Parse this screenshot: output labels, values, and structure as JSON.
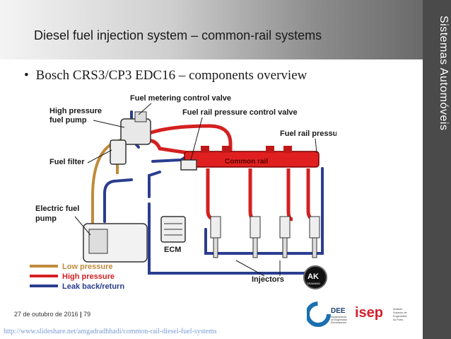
{
  "slide": {
    "title": "Diesel fuel injection system – common-rail systems",
    "sidebar_title": "Sistemas Automóveis",
    "bullet_symbol": "•",
    "bullet": "Bosch CRS3/CP3 EDC16 – components overview",
    "footer_date": "27 de outubro de 2016",
    "footer_separator": "|",
    "footer_page": "79",
    "source_url": "http://www.slideshare.net/amgadradhhadi/common-rail-diesel-fuel-systems"
  },
  "diagram": {
    "labels": {
      "fuel_metering": "Fuel metering control valve",
      "high_pressure_pump_1": "High pressure",
      "high_pressure_pump_2": "fuel pump",
      "rail_pressure_valve": "Fuel rail pressure control valve",
      "rail_pressure_sensor": "Fuel rail pressure sensor",
      "fuel_filter": "Fuel filter",
      "common_rail": "Common rail",
      "electric_pump_1": "Electric fuel",
      "electric_pump_2": "pump",
      "ecm": "ECM",
      "injectors": "Injectors",
      "ak_logo_1": "AK",
      "ak_logo_2": "TRAINING"
    },
    "legend": [
      {
        "label": "Low pressure",
        "color": "#c08a3a"
      },
      {
        "label": "High pressure",
        "color": "#d42020"
      },
      {
        "label": "Leak back/return",
        "color": "#2a3d8f"
      }
    ]
  },
  "logos": {
    "dee_abbr": "DEE",
    "dee_line1": "Departamento",
    "dee_line2": "de Engenharia",
    "dee_line3": "Electrotécnica",
    "isep_abbr": "isep",
    "isep_line1": "Instituto",
    "isep_line2": "Superior de",
    "isep_line3": "Engenharia",
    "isep_line4": "do Porto"
  },
  "colors": {
    "low_pressure": "#c08a3a",
    "high_pressure": "#d42020",
    "return": "#2a3d8f",
    "sidebar_bg": "#4a4a4a",
    "dee_blue": "#1a6fb0",
    "isep_red": "#d41e2a"
  }
}
